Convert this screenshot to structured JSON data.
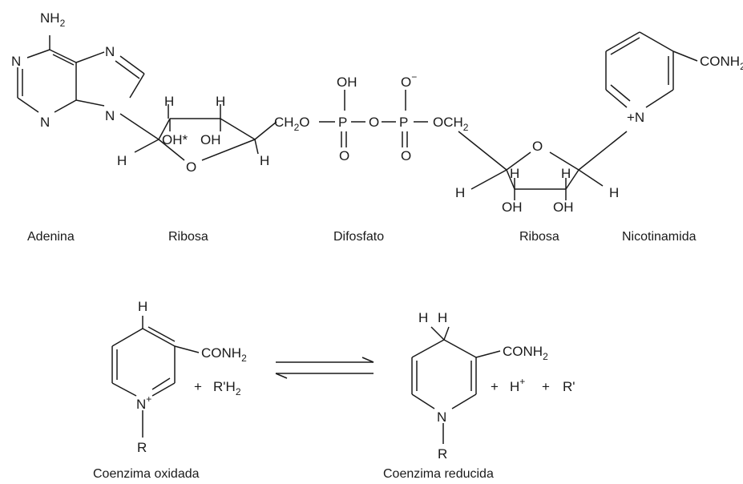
{
  "labels": {
    "adenina": "Adenina",
    "ribosa_1": "Ribosa",
    "difosfato": "Difosfato",
    "ribosa_2": "Ribosa",
    "nicotinamida": "Nicotinamida",
    "coenzima_oxidada": "Coenzima oxidada",
    "coenzima_reducida": "Coenzima reducida"
  },
  "atoms": {
    "nh": "NH",
    "two": "2",
    "n": "N",
    "h": "H",
    "o": "O",
    "oh": "OH",
    "oh_star": "OH*",
    "ch": "CH",
    "p": "P",
    "o_minus": "O",
    "minus": "−",
    "och": "OCH",
    "conh": "CONH",
    "plus_n": "+N",
    "n_plus": "N",
    "plus": "+",
    "r": "R",
    "plus_sign": "+",
    "r_prime_h": "R'H",
    "h_plus": "H",
    "r_prime": "R'"
  }
}
